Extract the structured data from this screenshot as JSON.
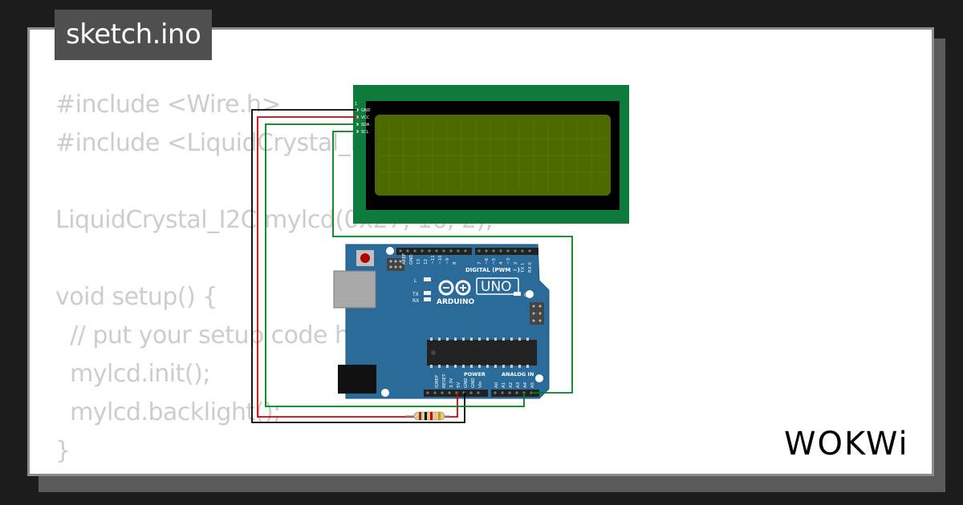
{
  "file_tab": {
    "label": "sketch.ino"
  },
  "code_lines": [
    "#include <Wire.h>",
    "#include <LiquidCrystal_I2C.h>",
    "",
    "LiquidCrystal_I2C mylcd(0x27, 16, 2);",
    "",
    "void setup() {",
    "  // put your setup code here, to run once:",
    "  mylcd.init();",
    "  mylcd.backlight();",
    "}"
  ],
  "lcd": {
    "pins": [
      "GND",
      "VCC",
      "SDA",
      "SCL"
    ],
    "pin_marker": "1"
  },
  "arduino": {
    "brand": "ARDUINO",
    "model": "UNO",
    "digital_label": "DIGITAL (PWM ~)",
    "power_label": "POWER",
    "analog_label": "ANALOG IN",
    "on_label": "ON",
    "led_l": "L",
    "led_tx": "TX",
    "led_rx": "RX",
    "aref": "AREF",
    "gnd_top": "GND",
    "digital_pins": [
      "13",
      "12",
      "~11",
      "~10",
      "~9",
      "8",
      "7",
      "~6",
      "~5",
      "4",
      "~3",
      "2",
      "TX 1",
      "RX 0"
    ],
    "power_pins": [
      "IOREF",
      "RESET",
      "3.3V",
      "5V",
      "GND",
      "GND",
      "Vin"
    ],
    "analog_pins": [
      "A0",
      "A1",
      "A2",
      "A3",
      "A4",
      "A5"
    ]
  },
  "brand": {
    "logo": "WOKWi"
  },
  "colors": {
    "lcd_board": "#0e7a3b",
    "lcd_screen": "#4d6a00",
    "arduino_board": "#2b6b9a",
    "wire_gnd": "#000000",
    "wire_vcc": "#d40000",
    "wire_signal": "#00801a"
  }
}
